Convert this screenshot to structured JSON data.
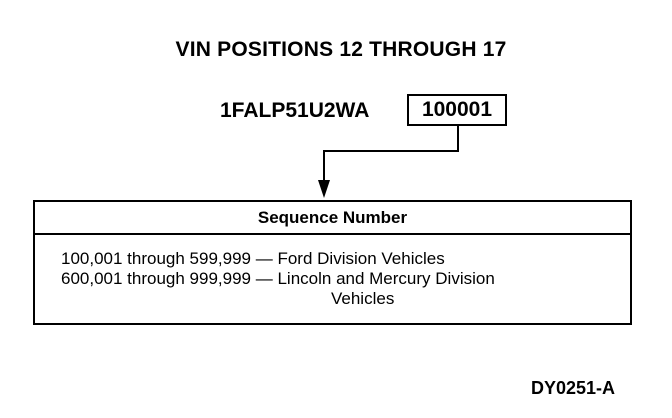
{
  "title": "VIN POSITIONS 12 THROUGH 17",
  "vin": {
    "prefix": "1FALP51U2WA",
    "sequence": "100001"
  },
  "table": {
    "header": "Sequence Number",
    "rows": [
      {
        "range": "100,001 through 599,999 —",
        "desc": "Ford Division Vehicles",
        "desc_cont": ""
      },
      {
        "range": "600,001 through 999,999 —",
        "desc": "Lincoln and Mercury Division",
        "desc_cont": "Vehicles"
      }
    ]
  },
  "figure_id": "DY0251-A"
}
